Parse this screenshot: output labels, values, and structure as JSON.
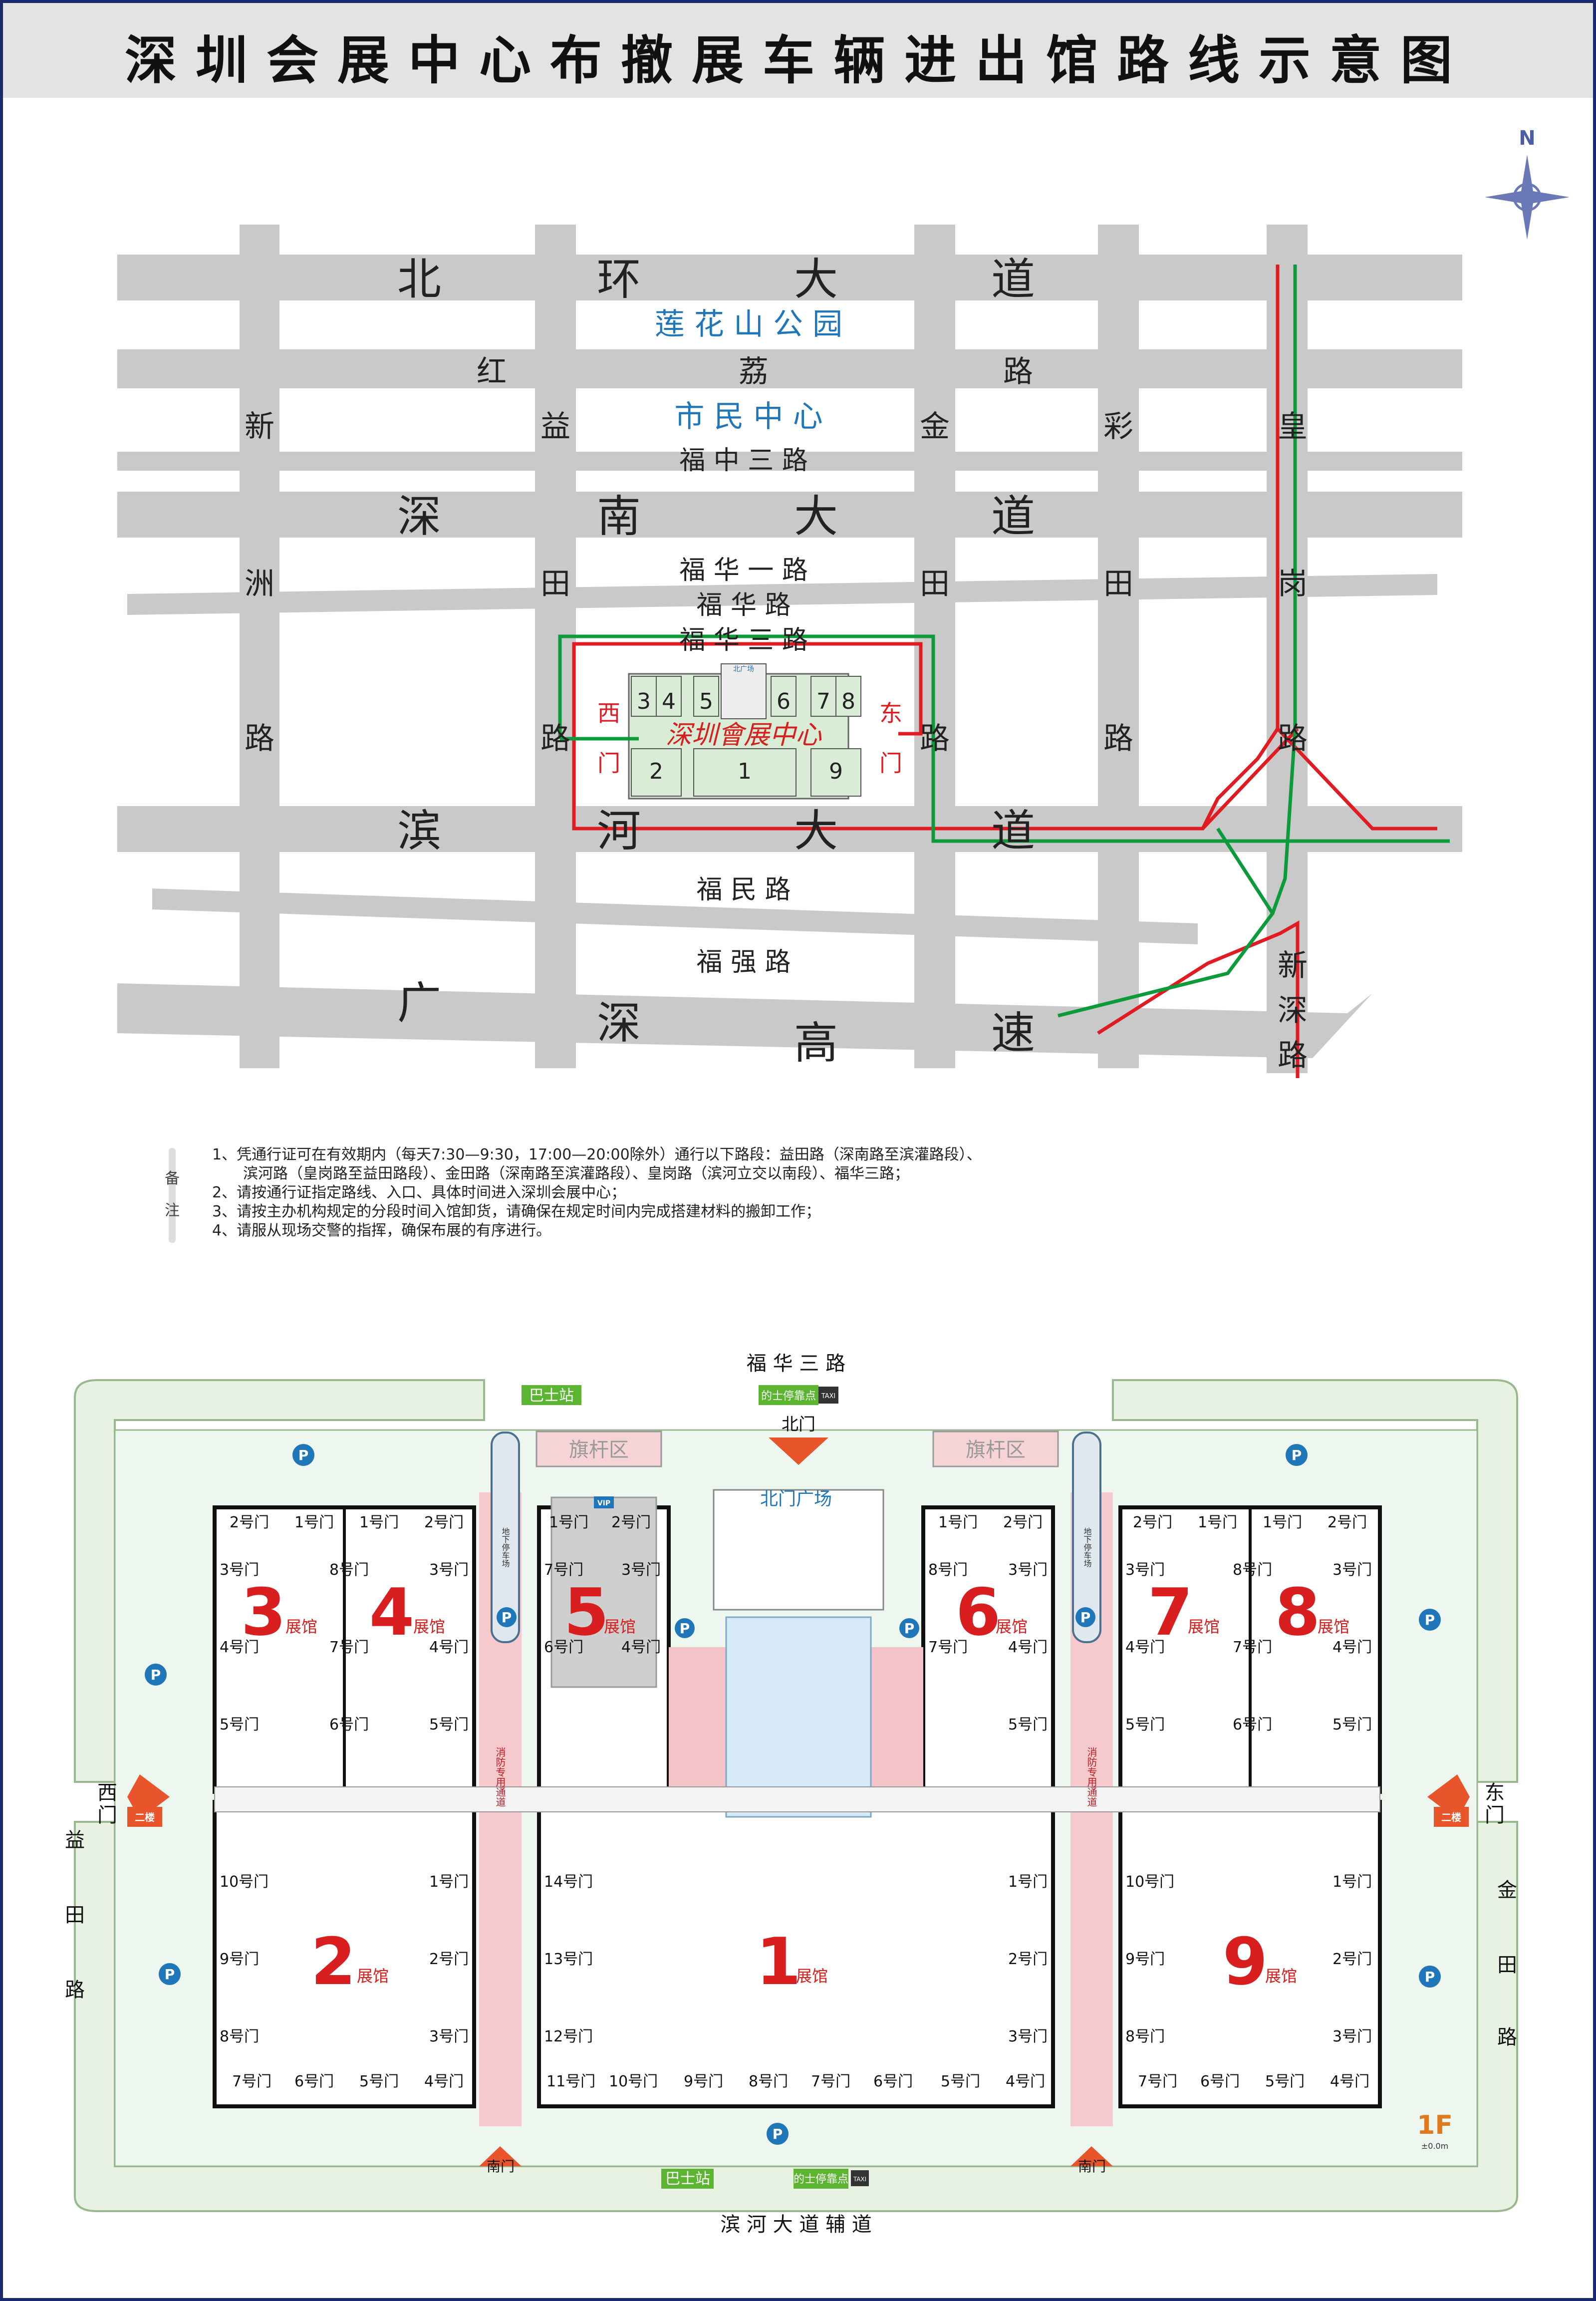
{
  "title": "深圳会展中心布撤展车辆进出馆路线示意图",
  "compass": "N",
  "colors": {
    "road": "#c9c9c9",
    "route_red": "#e11b22",
    "route_green": "#0d9a3b",
    "hall_green": "#d9ecd6",
    "hall_number": "#d81e1e",
    "park": "#e8f2e2"
  },
  "map": {
    "roads_h": [
      "北",
      "环",
      "大",
      "道",
      "深",
      "南",
      "大",
      "道",
      "滨",
      "河",
      "大",
      "道",
      "广",
      "深",
      "高",
      "速"
    ],
    "park": "莲 花 山 公 园",
    "hongli": [
      "红",
      "荔",
      "路"
    ],
    "civic": "市 民 中 心",
    "fuzhong3": "福 中 三 路",
    "fuhua1": "福 华 一 路",
    "fuhua": "福 华 路",
    "fuhua3": "福 华 三 路",
    "fumin": "福 民 路",
    "fuqiang": "福 强 路",
    "xinzhou": [
      "新",
      "洲",
      "路"
    ],
    "yitian": [
      "益",
      "田",
      "路"
    ],
    "jintian": [
      "金",
      "田",
      "路"
    ],
    "caitian": [
      "彩",
      "田",
      "路"
    ],
    "huanggang": [
      "皇",
      "岗",
      "路"
    ],
    "xinshen": [
      "新",
      "深",
      "路"
    ],
    "west_gate": [
      "西",
      "门"
    ],
    "east_gate": [
      "东",
      "门"
    ],
    "hall_nums": [
      "3",
      "4",
      "5",
      "6",
      "7",
      "8",
      "2",
      "1",
      "9"
    ],
    "center_name": "深圳會展中心",
    "north_plaza_small": "北广场"
  },
  "notes": {
    "label": [
      "备",
      "注"
    ],
    "lines": [
      "1、凭通行证可在有效期内（每天7:30—9:30，17:00—20:00除外）通行以下路段：益田路（深南路至滨灌路段）、",
      "滨河路（皇岗路至益田路段）、金田路（深南路至滨灌路段）、皇岗路（滨河立交以南段）、福华三路；",
      "2、请按通行证指定路线、入口、具体时间进入深圳会展中心；",
      "3、请按主办机构规定的分段时间入馆卸货，请确保在规定时间内完成搭建材料的搬卸工作；",
      "4、请服从现场交警的指挥，确保布展的有序进行。"
    ]
  },
  "plan": {
    "top_road": "福 华 三 路",
    "bottom_road": "滨 河 大 道 辅 道",
    "left_road": [
      "益",
      "田",
      "路"
    ],
    "right_road": [
      "金",
      "田",
      "路"
    ],
    "bus_stop": "巴士站",
    "taxi_stop": "的士停靠点",
    "taxi": "TAXI",
    "north_gate": "北门",
    "north_plaza": "北门广场",
    "flag_area": "旗杆区",
    "west_gate": [
      "西",
      "门"
    ],
    "east_gate": [
      "东",
      "门"
    ],
    "south_gate": "南门",
    "second_floor": "二楼",
    "parking": "P",
    "vip": "VIP",
    "underground": "地下停车场",
    "fire_lane": "消防专用通道",
    "floor": "1F",
    "floor_sub": "±0.0m",
    "hall_suffix": "展馆",
    "halls": [
      {
        "num": "3",
        "gates": [
          "2号门",
          "1号门",
          "3号门",
          "4号门",
          "5号门"
        ]
      },
      {
        "num": "4",
        "gates": [
          "1号门",
          "2号门",
          "8号门",
          "3号门",
          "7号门",
          "4号门",
          "6号门",
          "5号门"
        ]
      },
      {
        "num": "5",
        "gates": [
          "1号门",
          "2号门",
          "7号门",
          "3号门",
          "6号门",
          "4号门"
        ]
      },
      {
        "num": "6",
        "gates": [
          "1号门",
          "2号门",
          "8号门",
          "3号门",
          "7号门",
          "4号门",
          "5号门"
        ]
      },
      {
        "num": "7",
        "gates": [
          "2号门",
          "1号门",
          "3号门",
          "4号门",
          "5号门"
        ]
      },
      {
        "num": "8",
        "gates": [
          "1号门",
          "2号门",
          "8号门",
          "3号门",
          "7号门",
          "4号门",
          "6号门",
          "5号门"
        ]
      },
      {
        "num": "2",
        "gates": [
          "10号门",
          "1号门",
          "9号门",
          "2号门",
          "8号门",
          "3号门",
          "7号门",
          "6号门",
          "5号门",
          "4号门"
        ]
      },
      {
        "num": "1",
        "gates": [
          "14号门",
          "1号门",
          "13号门",
          "2号门",
          "12号门",
          "3号门",
          "11号门",
          "10号门",
          "9号门",
          "8号门",
          "7号门",
          "6号门",
          "5号门",
          "4号门"
        ]
      },
      {
        "num": "9",
        "gates": [
          "10号门",
          "1号门",
          "9号门",
          "2号门",
          "8号门",
          "3号门",
          "7号门",
          "6号门",
          "5号门",
          "4号门"
        ]
      }
    ]
  }
}
